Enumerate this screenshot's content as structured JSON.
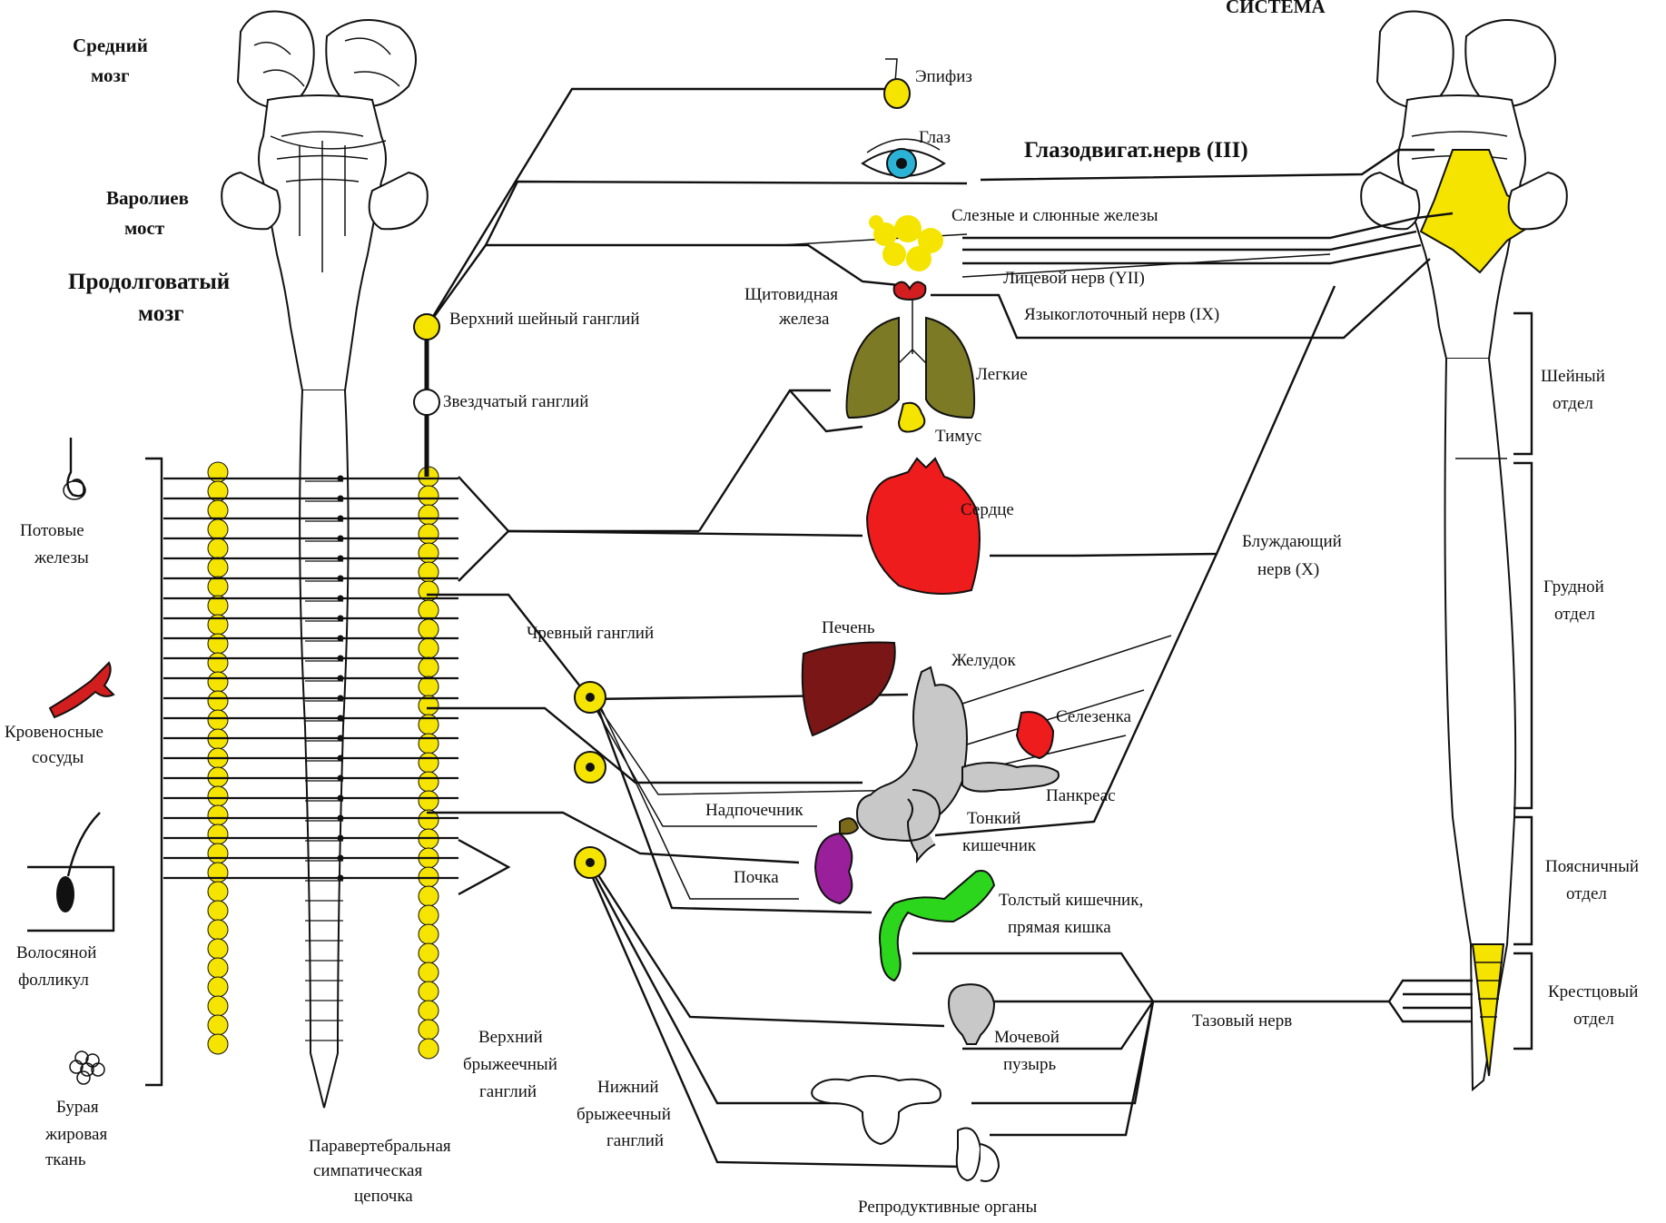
{
  "header": {
    "title": "СИСТЕМА"
  },
  "brain_labels": {
    "midbrain": [
      "Средний",
      "мозг"
    ],
    "pons": [
      "Варолиев",
      "мост"
    ],
    "medulla": [
      "Продолговатый",
      "мозг"
    ]
  },
  "effectors": {
    "sweat": [
      "Потовые",
      "железы"
    ],
    "vessels": [
      "Кровеносные",
      "сосуды"
    ],
    "hair": [
      "Волосяной",
      "фолликул"
    ],
    "fat": [
      "Бурая",
      "жировая",
      "ткань"
    ]
  },
  "chain_label": [
    "Паравертебральная",
    "симпатическая",
    "цепочка"
  ],
  "ganglia": {
    "superior_cervical": "Верхний шейный ганглий",
    "stellate": "Звездчатый ганглий",
    "celiac": "Чревный ганглий",
    "superior_mesenteric": [
      "Верхний",
      "брыжеечный",
      "ганглий"
    ],
    "inferior_mesenteric": [
      "Нижний",
      "брыжеечный",
      "ганглий"
    ]
  },
  "organs": {
    "pineal": "Эпифиз",
    "eye": "Глаз",
    "glands": "Слезные и слюнные железы",
    "thyroid": [
      "Щитовидная",
      "железа"
    ],
    "lungs": "Легкие",
    "thymus": "Тимус",
    "heart": "Сердце",
    "liver": "Печень",
    "stomach": "Желудок",
    "spleen": "Селезенка",
    "pancreas": "Панкреас",
    "adrenal": "Надпочечник",
    "small_intestine": [
      "Тонкий",
      "кишечник"
    ],
    "kidney": "Почка",
    "colon": [
      "Толстый кишечник,",
      "прямая кишка"
    ],
    "bladder": [
      "Мочевой",
      "пузырь"
    ],
    "reproductive": "Репродуктивные органы"
  },
  "nerves": {
    "oculomotor": "Глазодвигат.нерв (III)",
    "facial": "Лицевой нерв (YII)",
    "glossopharyngeal": "Языкоглоточный нерв (IX)",
    "vagus": [
      "Блуждающий",
      "нерв (X)"
    ],
    "pelvic": "Тазовый нерв"
  },
  "spinal_sections": {
    "cervical": [
      "Шейный",
      "отдел"
    ],
    "thoracic": [
      "Грудной",
      "отдел"
    ],
    "lumbar": [
      "Поясничный",
      "отдел"
    ],
    "sacral": [
      "Крестцовый",
      "отдел"
    ]
  },
  "colors": {
    "yellow": "#f5e400",
    "eye_blue": "#2bb3d6",
    "heart_red": "#ee1c1c",
    "liver": "#7a1616",
    "stomach_gray": "#c8c8c8",
    "spleen": "#ee1c1c",
    "kidney": "#9a1f9a",
    "adrenal": "#7a6a1a",
    "colon_green": "#2bd61c",
    "lung_olive": "#7d7a25",
    "vessel_red": "#d21e1e"
  }
}
